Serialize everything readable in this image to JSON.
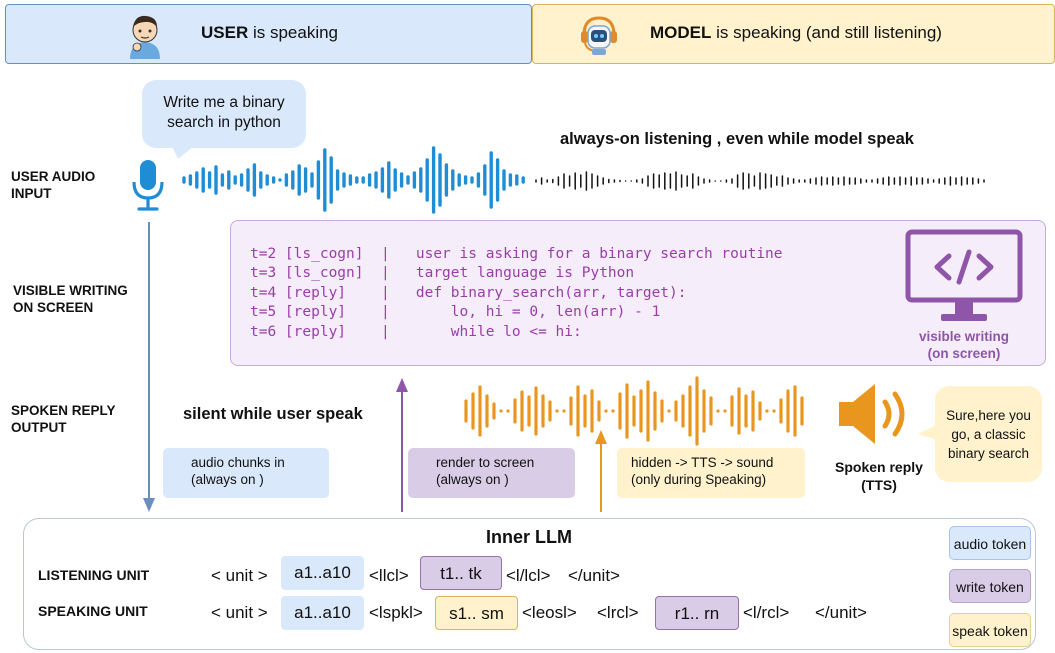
{
  "banners": {
    "user": {
      "bold": "USER",
      "rest": " is speaking"
    },
    "model": {
      "bold": "MODEL",
      "rest": " is speaking (and still listening)"
    }
  },
  "row_labels": {
    "audio_line1": "USER AUDIO",
    "audio_line2": "INPUT",
    "visible_line1": "VISIBLE WRITING",
    "visible_line2": "ON SCREEN",
    "spoken_line1": "SPOKEN REPLY",
    "spoken_line2": "OUTPUT"
  },
  "user_bubble": {
    "line1": "Write me a binary",
    "line2": "search in python"
  },
  "always_on_note": "always-on listening , even while model speak",
  "code_lines": [
    "t=2 [ls_cogn]  |   user is asking for a binary search routine",
    "t=3 [ls_cogn]  |   target language is Python",
    "t=4 [reply]    |   def binary_search(arr, target):",
    "t=5 [reply]    |       lo, hi = 0, len(arr) - 1",
    "t=6 [reply]    |       while lo <= hi:"
  ],
  "monitor_caption": {
    "line1": "visible writing",
    "line2": "(on screen)"
  },
  "silent_note": "silent while user speak",
  "chips": {
    "audio": {
      "line1": "audio chunks in",
      "line2": "(always on )"
    },
    "render": {
      "line1": "render to screen",
      "line2": "(always on )"
    },
    "tts": {
      "line1": "hidden -> TTS -> sound",
      "line2": "(only during Speaking)"
    }
  },
  "speaker_caption": {
    "line1": "Spoken reply",
    "line2": "(TTS)"
  },
  "model_bubble": {
    "line1": "Sure,here you",
    "line2": "go, a classic",
    "line3": "binary search"
  },
  "llm": {
    "title": "Inner LLM",
    "listening_label": "LISTENING UNIT",
    "speaking_label": "SPEAKING UNIT",
    "listening_tokens": {
      "unit_open": "< unit >",
      "audio": "a1..a10",
      "lcl": "<llcl>",
      "write": "t1.. tk",
      "lcl_close": "<l/lcl>",
      "unit_close": "</unit>"
    },
    "speaking_tokens": {
      "unit_open": "< unit >",
      "audio": "a1..a10",
      "spkl": "<lspkl>",
      "speak": "s1.. sm",
      "eosl": "<leosl>",
      "rcl": "<lrcl>",
      "write": "r1.. rn",
      "rcl_close": "<l/rcl>",
      "unit_close": "</unit>"
    }
  },
  "legend": {
    "audio": "audio token",
    "write": "write token",
    "speak": "speak token"
  },
  "colors": {
    "user_banner_bg": "#dae8fc",
    "user_banner_border": "#6c8ebf",
    "model_banner_bg": "#fff2cc",
    "model_banner_border": "#d6b656",
    "audio_blue": "#1f8dd6",
    "orange_wave": "#e8961e",
    "purple": "#8e55a8",
    "purple_panel": "#f5eefa",
    "write_token": "#d8cce6",
    "audio_token": "#dae8fc",
    "speak_token": "#fff2cc"
  }
}
